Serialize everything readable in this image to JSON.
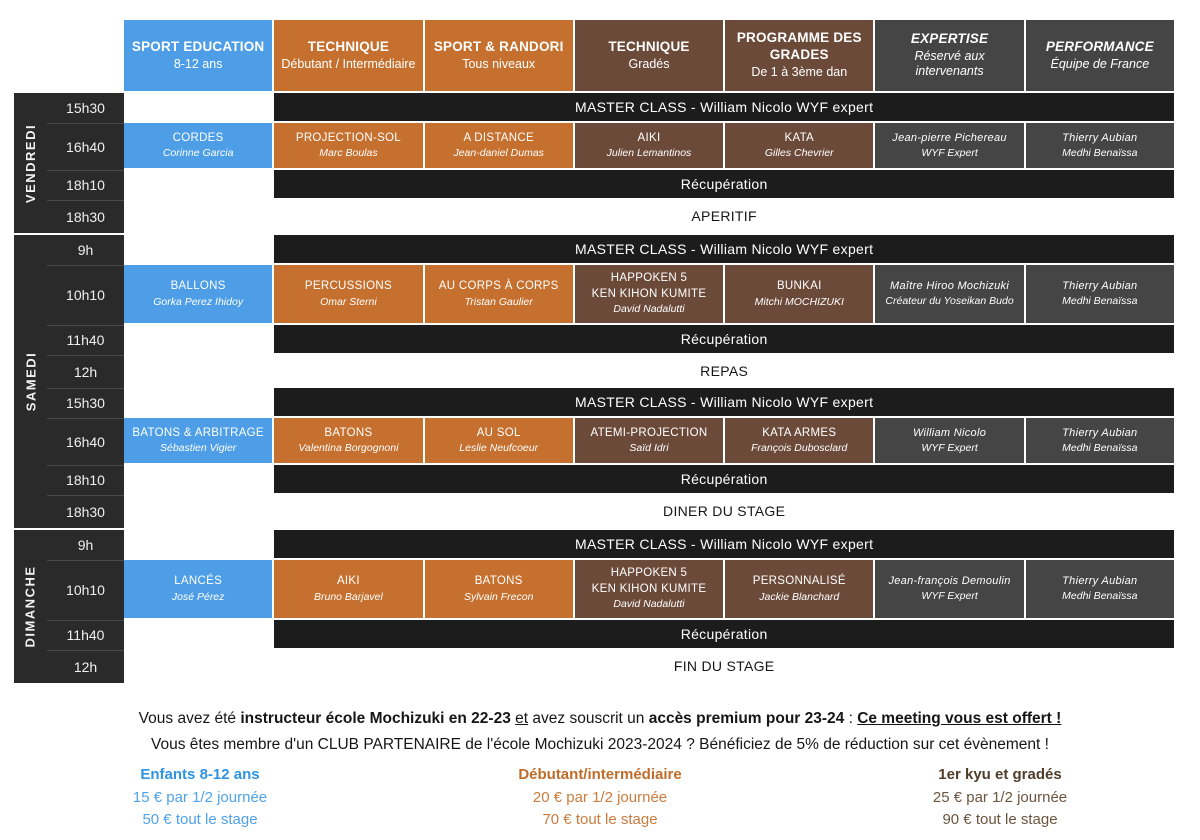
{
  "palette": {
    "blue": "#4D9EE6",
    "orange": "#C5702E",
    "brown": "#6C4A3A",
    "gray": "#454545",
    "banner": "#1C1C1C",
    "sidebar": "#2A2A2A",
    "separator": "#4A4A4A",
    "price_blue_title": "#2F94E4",
    "price_blue_text": "#4FA3E8",
    "price_orange_title": "#C06C29",
    "price_orange_text": "#CA7B3E",
    "price_brown_title": "#4F3D2A",
    "price_brown_text": "#6C553F"
  },
  "header": {
    "columns": [
      {
        "title": "SPORT EDUCATION",
        "subtitle": "8-12 ans",
        "style": "blue",
        "italic": false
      },
      {
        "title": "TECHNIQUE",
        "subtitle": "Débutant / Intermédiaire",
        "style": "orange",
        "italic": false
      },
      {
        "title": "SPORT & RANDORI",
        "subtitle": "Tous niveaux",
        "style": "orange",
        "italic": false
      },
      {
        "title": "TECHNIQUE",
        "subtitle": "Gradés",
        "style": "brown",
        "italic": false
      },
      {
        "title": "PROGRAMME DES GRADES",
        "subtitle": "De 1 à 3ème dan",
        "style": "brown",
        "italic": false
      },
      {
        "title": "EXPERTISE",
        "subtitle": "Réservé aux intervenants",
        "style": "gray",
        "italic": true
      },
      {
        "title": "PERFORMANCE",
        "subtitle": "Équipe de France",
        "style": "gray",
        "italic": true
      }
    ]
  },
  "schedule": {
    "days": [
      {
        "label": "VENDREDI",
        "rows": [
          {
            "time": "15h30",
            "kind": "dark",
            "text": "MASTER CLASS - William Nicolo WYF expert"
          },
          {
            "time": "16h40",
            "kind": "lessons",
            "cells": [
              {
                "title": "CORDES",
                "subtitle": "Corinne Garcia",
                "style": "blue"
              },
              {
                "title": "PROJECTION-SOL",
                "subtitle": "Marc Boulas",
                "style": "orange"
              },
              {
                "title": "A DISTANCE",
                "subtitle": "Jean-daniel Dumas",
                "style": "orange"
              },
              {
                "title": "AIKI",
                "subtitle": "Julien Lemantinos",
                "style": "brown"
              },
              {
                "title": "KATA",
                "subtitle": "Gilles Chevrier",
                "style": "brown"
              },
              {
                "title": "Jean-pierre Pichereau",
                "subtitle": "WYF Expert",
                "style": "gray"
              },
              {
                "title": "Thierry Aubian",
                "subtitle": "Medhi Benaïssa",
                "style": "gray"
              }
            ]
          },
          {
            "time": "18h10",
            "kind": "dark",
            "text": "Récupération"
          },
          {
            "time": "18h30",
            "kind": "light",
            "text": "APERITIF"
          }
        ]
      },
      {
        "label": "SAMEDI",
        "rows": [
          {
            "time": "9h",
            "kind": "dark",
            "text": "MASTER CLASS - William Nicolo WYF expert"
          },
          {
            "time": "10h10",
            "kind": "lessons",
            "cells": [
              {
                "title": "BALLONS",
                "subtitle": "Gorka Perez Ihidoy",
                "style": "blue"
              },
              {
                "title": "PERCUSSIONS",
                "subtitle": "Omar Sterni",
                "style": "orange"
              },
              {
                "title": "AU CORPS À CORPS",
                "subtitle": "Tristan Gaulier",
                "style": "orange"
              },
              {
                "title": "HAPPOKEN 5",
                "title2": "KEN KIHON KUMITE",
                "subtitle": "David Nadalutti",
                "style": "brown"
              },
              {
                "title": "BUNKAI",
                "subtitle": "Mitchi MOCHIZUKI",
                "style": "brown"
              },
              {
                "title": "Maître Hiroo Mochizuki",
                "subtitle": "Créateur du Yoseikan Budo",
                "style": "gray"
              },
              {
                "title": "Thierry Aubian",
                "subtitle": "Medhi Benaïssa",
                "style": "gray"
              }
            ]
          },
          {
            "time": "11h40",
            "kind": "dark",
            "text": "Récupération"
          },
          {
            "time": "12h",
            "kind": "light",
            "text": "REPAS"
          },
          {
            "time": "15h30",
            "kind": "dark",
            "text": "MASTER CLASS - William Nicolo WYF expert"
          },
          {
            "time": "16h40",
            "kind": "lessons",
            "cells": [
              {
                "title": "BATONS & ARBITRAGE",
                "subtitle": "Sébastien Vigier",
                "style": "blue"
              },
              {
                "title": "BATONS",
                "subtitle": "Valentina Borgognoni",
                "style": "orange"
              },
              {
                "title": "AU SOL",
                "subtitle": "Leslie Neufcoeur",
                "style": "orange"
              },
              {
                "title": "ATEMI-PROJECTION",
                "subtitle": "Saïd Idri",
                "style": "brown"
              },
              {
                "title": "KATA ARMES",
                "subtitle": "François Dubosclard",
                "style": "brown"
              },
              {
                "title": "William Nicolo",
                "subtitle": "WYF Expert",
                "style": "gray"
              },
              {
                "title": "Thierry Aubian",
                "subtitle": "Medhi Benaïssa",
                "style": "gray"
              }
            ]
          },
          {
            "time": "18h10",
            "kind": "dark",
            "text": "Récupération"
          },
          {
            "time": "18h30",
            "kind": "light",
            "text": "DINER DU STAGE"
          }
        ]
      },
      {
        "label": "DIMANCHE",
        "rows": [
          {
            "time": "9h",
            "kind": "dark",
            "text": "MASTER CLASS - William Nicolo WYF expert"
          },
          {
            "time": "10h10",
            "kind": "lessons",
            "cells": [
              {
                "title": "LANCÉS",
                "subtitle": "José Pérez",
                "style": "blue"
              },
              {
                "title": "AIKI",
                "subtitle": "Bruno Barjavel",
                "style": "orange"
              },
              {
                "title": "BATONS",
                "subtitle": "Sylvain Frecon",
                "style": "orange"
              },
              {
                "title": "HAPPOKEN 5",
                "title2": "KEN KIHON KUMITE",
                "subtitle": "David Nadalutti",
                "style": "brown"
              },
              {
                "title": "PERSONNALISÉ",
                "subtitle": "Jackie Blanchard",
                "style": "brown"
              },
              {
                "title": "Jean-françois Demoulin",
                "subtitle": "WYF Expert",
                "style": "gray"
              },
              {
                "title": "Thierry Aubian",
                "subtitle": "Medhi Benaïssa",
                "style": "gray"
              }
            ]
          },
          {
            "time": "11h40",
            "kind": "dark",
            "text": "Récupération"
          },
          {
            "time": "12h",
            "kind": "light",
            "text": "FIN DU STAGE"
          }
        ]
      }
    ]
  },
  "notes": {
    "line1_segments": [
      {
        "text": "Vous avez été ",
        "bold": false,
        "underline": false
      },
      {
        "text": "instructeur école Mochizuki en 22-23",
        "bold": true,
        "underline": false
      },
      {
        "text": " ",
        "bold": false,
        "underline": false
      },
      {
        "text": "et",
        "bold": false,
        "underline": true
      },
      {
        "text": " avez souscrit un ",
        "bold": false,
        "underline": false
      },
      {
        "text": "accès premium pour 23-24",
        "bold": true,
        "underline": false
      },
      {
        "text": " : ",
        "bold": false,
        "underline": false
      },
      {
        "text": "Ce meeting vous est offert !",
        "bold": true,
        "underline": true
      }
    ],
    "line2": "Vous êtes membre d'un CLUB PARTENAIRE de l'école Mochizuki 2023-2024 ? Bénéficiez de 5% de réduction sur cet évènement !"
  },
  "pricing": [
    {
      "title": "Enfants 8-12 ans",
      "line1": "15 € par 1/2 journée",
      "line2": "50 € tout le stage",
      "style": "blue"
    },
    {
      "title": "Débutant/intermédiaire",
      "line1": "20 € par 1/2 journée",
      "line2": "70 € tout le stage",
      "style": "orange"
    },
    {
      "title": "1er kyu et gradés",
      "line1": "25 € par 1/2 journée",
      "line2": "90 € tout le stage",
      "style": "brown"
    }
  ]
}
